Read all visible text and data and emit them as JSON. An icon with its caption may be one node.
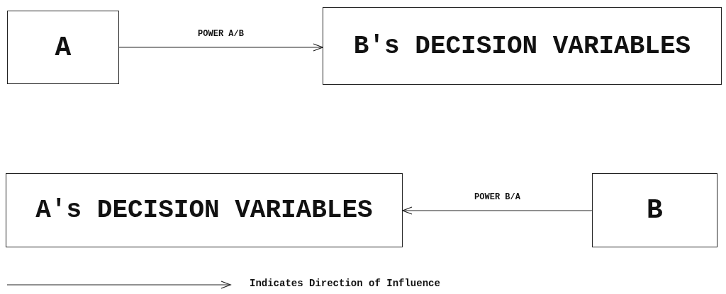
{
  "diagram": {
    "nodes": [
      {
        "text": [
          "A"
        ]
      },
      {
        "text": [
          "B's DECISION VARIABLES"
        ]
      },
      {
        "text": [
          "A's DECISION VARIABLES"
        ]
      },
      {
        "text": [
          "B"
        ]
      }
    ],
    "edges": [
      {
        "from": 0,
        "to": 1,
        "arrow": "to",
        "label": "POWER A/B"
      },
      {
        "from": 3,
        "to": 2,
        "arrow": "to",
        "label": "POWER B/A"
      }
    ],
    "legend": [
      {
        "text": "Indicates Direction of Influence"
      }
    ]
  }
}
